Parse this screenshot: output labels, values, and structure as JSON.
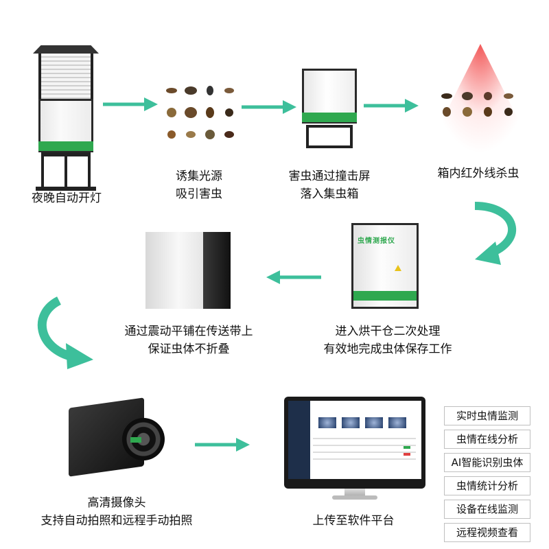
{
  "steps": {
    "step1": {
      "line1": "夜晚自动开灯"
    },
    "step2": {
      "line1": "诱集光源",
      "line2": "吸引害虫"
    },
    "step3": {
      "line1": "害虫通过撞击屏",
      "line2": "落入集虫箱"
    },
    "step4": {
      "line1": "箱内红外线杀虫"
    },
    "step5": {
      "line1": "进入烘干仓二次处理",
      "line2": "有效地完成虫体保存工作"
    },
    "step6": {
      "line1": "通过震动平铺在传送带上",
      "line2": "保证虫体不折叠"
    },
    "step7": {
      "line1": "高清摄像头",
      "line2": "支持自动拍照和远程手动拍照"
    },
    "step8": {
      "line1": "上传至软件平台"
    }
  },
  "device_labels": {
    "reporter_title": "虫情测报仪"
  },
  "features": [
    "实时虫情监测",
    "虫情在线分析",
    "AI智能识别虫体",
    "虫情统计分析",
    "设备在线监测",
    "远程视频查看"
  ],
  "colors": {
    "arrow": "#3dbf9b",
    "accent_green": "#2fa84f",
    "infrared_glow": "#f03c3c"
  }
}
